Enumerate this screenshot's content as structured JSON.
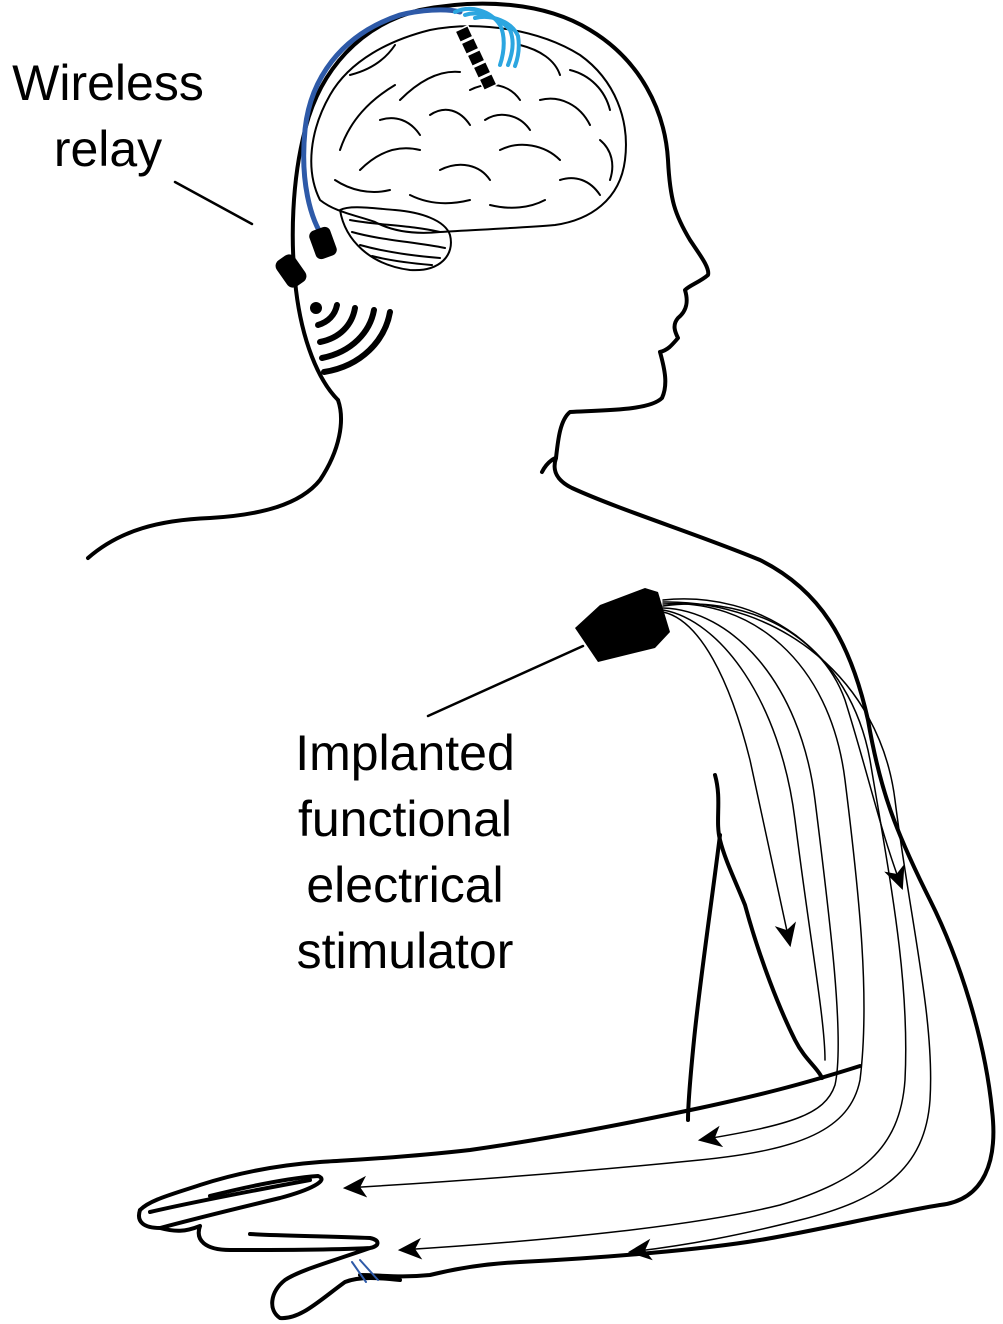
{
  "labels": {
    "wireless_relay": [
      "Wireless",
      "relay"
    ],
    "stimulator": [
      "Implanted",
      "functional",
      "electrical",
      "stimulator"
    ]
  },
  "colors": {
    "outline": "#000000",
    "lead_wire": "#2e5aa8",
    "electrode_signal": "#2ca6e0",
    "background": "#ffffff"
  },
  "icons": {
    "relay": "wireless-signal-icon",
    "stimulator": "stimulator-device-icon",
    "electrode": "electrode-array-icon"
  }
}
